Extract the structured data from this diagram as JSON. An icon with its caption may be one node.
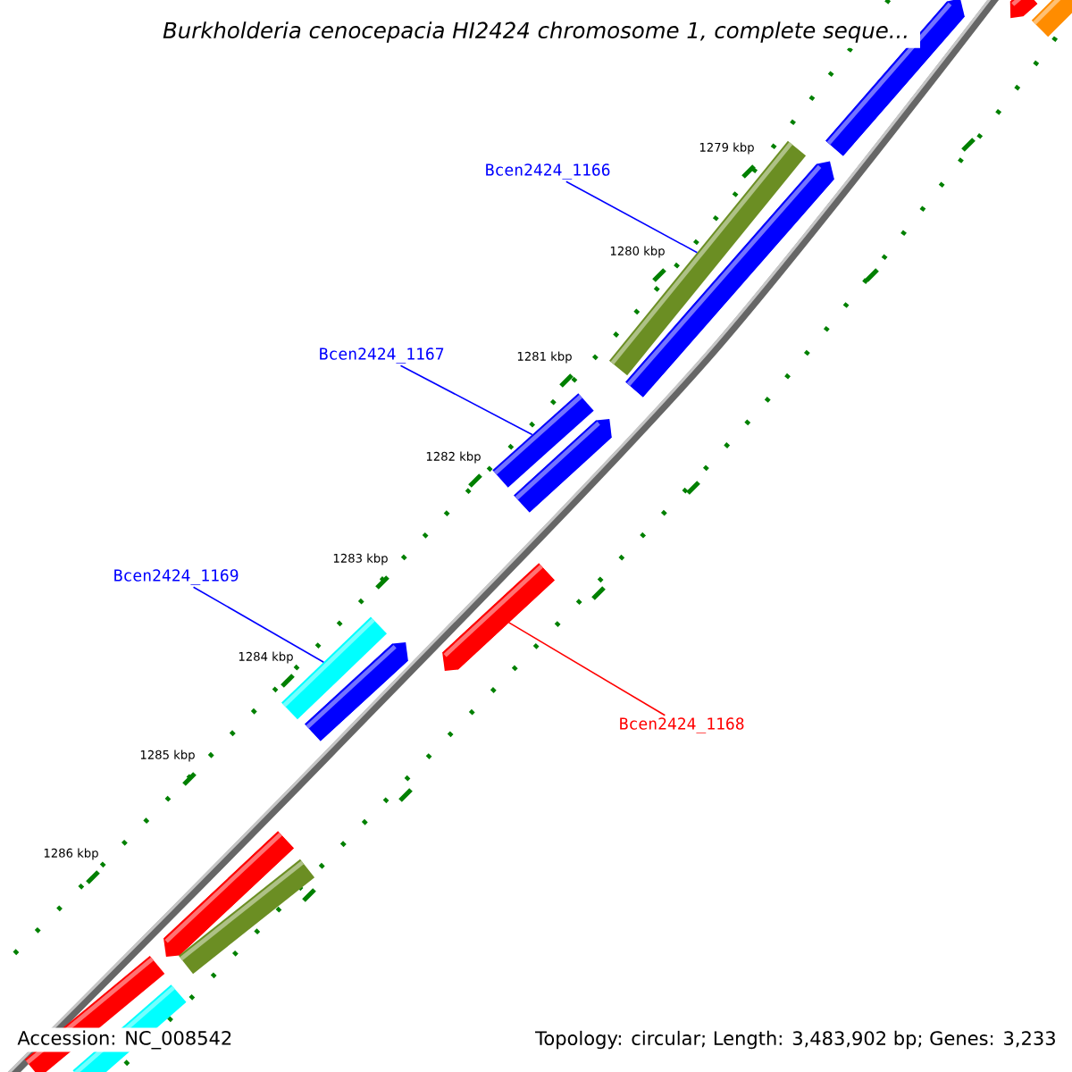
{
  "diagram": {
    "title": "Burkholderia cenocepacia HI2424 chromosome 1, complete seque...",
    "nodes": [
      {
        "text": [
          "Bcen2424_1166"
        ]
      },
      {
        "text": [],
        "shape": "bar"
      },
      {
        "text": [
          "Bcen2424_1167"
        ]
      },
      {
        "text": [],
        "shape": "bar"
      },
      {
        "text": [
          "Bcen2424_1169"
        ]
      },
      {
        "text": [],
        "shape": "bar"
      },
      {
        "text": [],
        "shape": "bar"
      },
      {
        "text": [
          "Bcen2424_1168"
        ]
      },
      {
        "text": [],
        "shape": "bar"
      },
      {
        "text": [],
        "shape": "bar"
      },
      {
        "text": [],
        "shape": "bar"
      },
      {
        "text": [],
        "shape": "bar"
      },
      {
        "text": [],
        "shape": "bar"
      },
      {
        "text": [],
        "shape": "bar"
      },
      {
        "text": [],
        "shape": "bar"
      },
      {
        "text": [],
        "shape": "bar"
      },
      {
        "text": [],
        "shape": "bar"
      },
      {
        "text": [],
        "shape": "bar"
      }
    ],
    "edges": [
      {
        "from": 0,
        "to": 1,
        "arrow": "none"
      },
      {
        "from": 2,
        "to": 3,
        "arrow": "none"
      },
      {
        "from": 4,
        "to": 5,
        "arrow": "none"
      },
      {
        "from": 7,
        "to": 6,
        "arrow": "none",
        "color": "#ff0000"
      }
    ],
    "labels": [
      "1279 kbp",
      "1280 kbp",
      "1281 kbp",
      "1282 kbp",
      "1283 kbp",
      "1284 kbp",
      "1285 kbp",
      "1286 kbp",
      "Accession: NC_008542",
      "Topology: circular; Length: 3,483,902 bp; Genes: 3,233"
    ]
  }
}
